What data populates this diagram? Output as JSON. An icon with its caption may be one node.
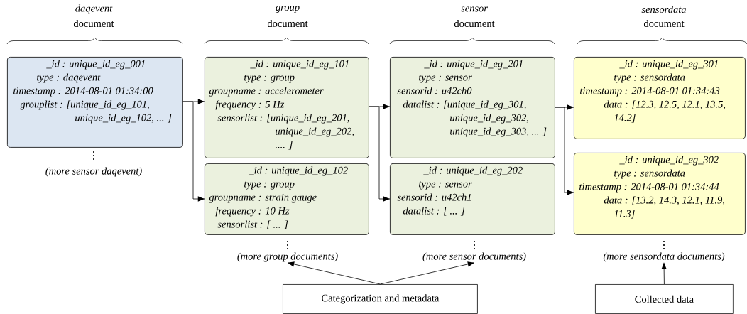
{
  "diagram": {
    "nodes": [
      {
        "text": [
          "_id : unique_id_eg_001",
          "type : daqevent",
          "timestamp : 2014-08-01 01:34:00",
          "grouplist : [unique_id_eg_101, unique_id_eg_102, ... ]"
        ]
      },
      {
        "text": [
          "_id : unique_id_eg_101",
          "type : group",
          "groupname : accelerometer",
          "frequency : 5 Hz",
          "sensorlist : [unique_id_eg_201, unique_id_eg_202, .... ]"
        ]
      },
      {
        "text": [
          "_id : unique_id_eg_102",
          "type : group",
          "groupname : strain gauge",
          "frequency : 10 Hz",
          "sensorlist : [ ... ]"
        ]
      },
      {
        "text": [
          "_id : unique_id_eg_201",
          "type : sensor",
          "sensorid : u42ch0",
          "datalist : [unique_id_eg_301, unique_id_eg_302, unique_id_eg_303, ... ]"
        ]
      },
      {
        "text": [
          "_id : unique_id_eg_202",
          "type : sensor",
          "sensorid : u42ch1",
          "datalist : [ ... ]"
        ]
      },
      {
        "text": [
          "_id : unique_id_eg_301",
          "type : sensordata",
          "timestamp : 2014-08-01 01:34:43",
          "data : [12.3, 12.5, 12.1, 13.5, 14.2]"
        ]
      },
      {
        "text": [
          "_id : unique_id_eg_302",
          "type : sensordata",
          "timestamp : 2014-08-01 01:34:44",
          "data : [13.2, 14.3, 12.1, 11.9, 11.3]"
        ]
      },
      {
        "text": [
          "(more group documents)"
        ]
      },
      {
        "text": [
          "(more sensor documents)"
        ]
      },
      {
        "text": [
          "(more sensordata documents)"
        ]
      },
      {
        "text": [
          "Categorization and metadata"
        ]
      },
      {
        "text": [
          "Collected data"
        ]
      }
    ],
    "edges": [
      {
        "from": 0,
        "to": 1,
        "arrow": "to"
      },
      {
        "from": 0,
        "to": 2,
        "arrow": "to"
      },
      {
        "from": 1,
        "to": 3,
        "arrow": "to"
      },
      {
        "from": 1,
        "to": 4,
        "arrow": "to"
      },
      {
        "from": 3,
        "to": 5,
        "arrow": "to"
      },
      {
        "from": 3,
        "to": 6,
        "arrow": "to"
      },
      {
        "from": 10,
        "to": 7,
        "arrow": "to"
      },
      {
        "from": 10,
        "to": 8,
        "arrow": "to"
      },
      {
        "from": 11,
        "to": 9,
        "arrow": "to"
      }
    ],
    "labels": [
      "daqevent",
      "document",
      "group",
      "document",
      "sensor",
      "document",
      "sensordata",
      "document",
      "(more sensor daqevent)"
    ]
  }
}
